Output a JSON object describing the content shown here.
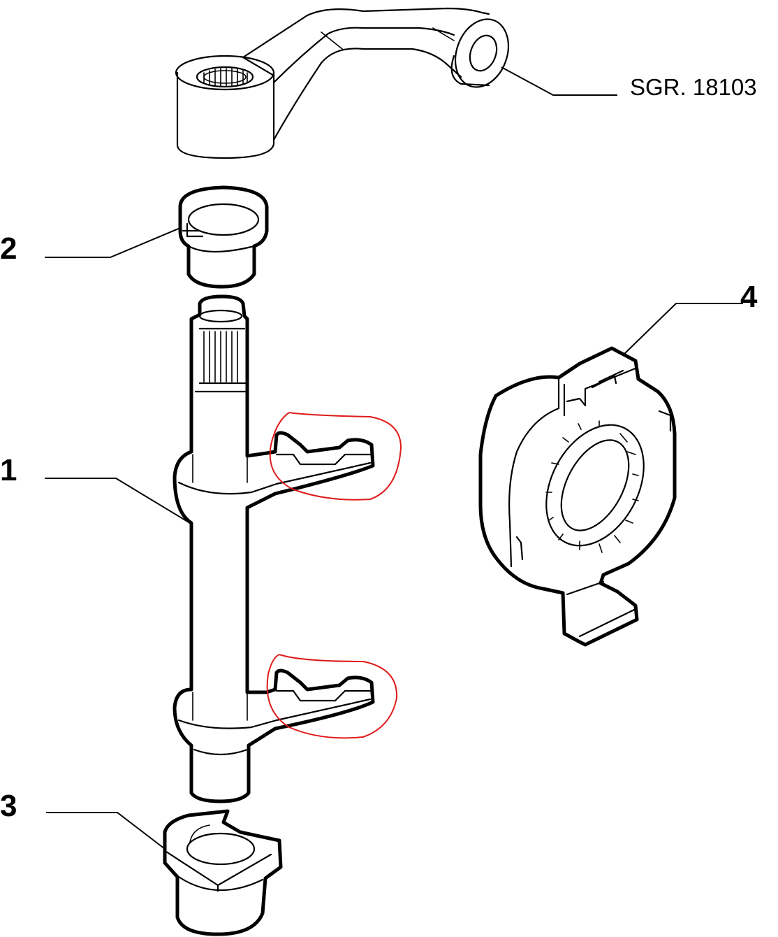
{
  "diagram": {
    "reference_label": "SGR. 18103",
    "callouts": [
      {
        "number": "1"
      },
      {
        "number": "2"
      },
      {
        "number": "3"
      },
      {
        "number": "4"
      }
    ],
    "colors": {
      "line": "#000000",
      "highlight": "#e01b1b",
      "background": "#ffffff"
    }
  }
}
